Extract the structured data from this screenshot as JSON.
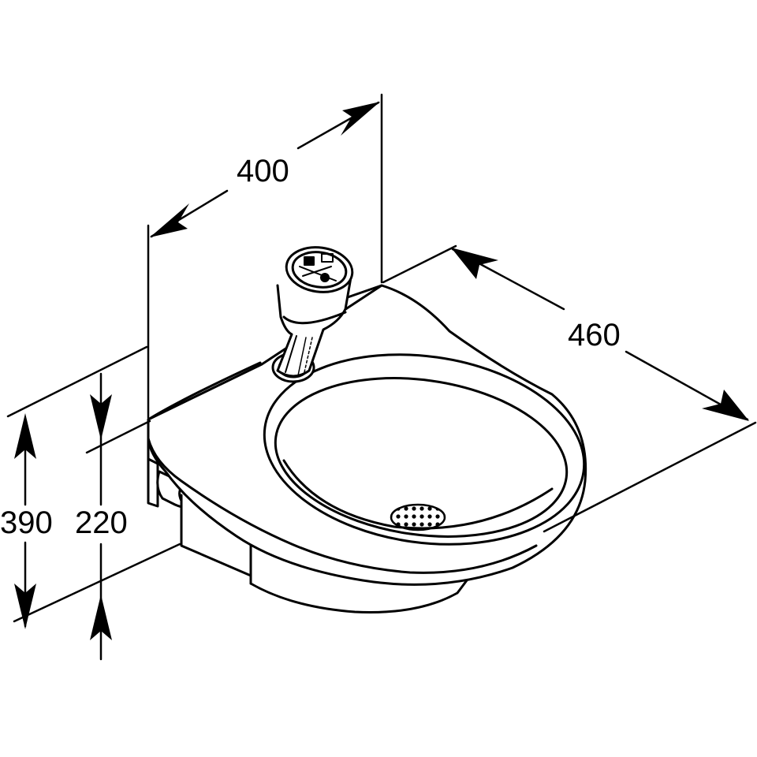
{
  "colors": {
    "line": "#000000",
    "background": "#ffffff",
    "arrow": "#000000"
  },
  "dimensions": {
    "width": "400",
    "depth": "460",
    "total_height": "390",
    "lower_height": "220"
  }
}
